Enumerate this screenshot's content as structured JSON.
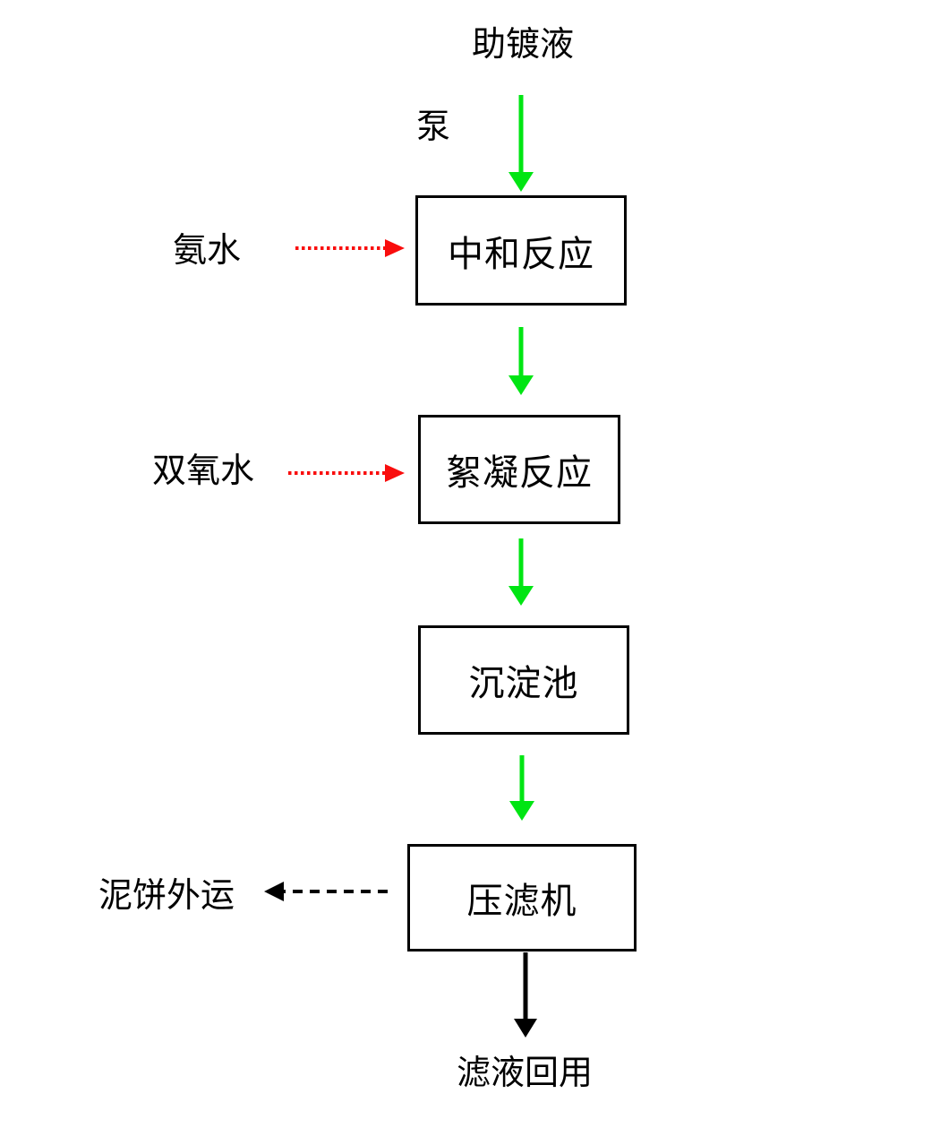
{
  "colors": {
    "background": "#ffffff",
    "text": "#000000",
    "box_border": "#000000",
    "flow_arrow": "#00e513",
    "dosing_arrow": "#f90d0d",
    "output_arrow": "#000000"
  },
  "labels": {
    "source": "助镀液",
    "pump": "泵",
    "ammonia": "氨水",
    "peroxide": "双氧水",
    "sludge_out": "泥饼外运",
    "filtrate_reuse": "滤液回用"
  },
  "boxes": [
    {
      "id": "neutralization",
      "label": "中和反应"
    },
    {
      "id": "flocculation",
      "label": "絮凝反应"
    },
    {
      "id": "sedimentation",
      "label": "沉淀池"
    },
    {
      "id": "filter-press",
      "label": "压滤机"
    }
  ]
}
